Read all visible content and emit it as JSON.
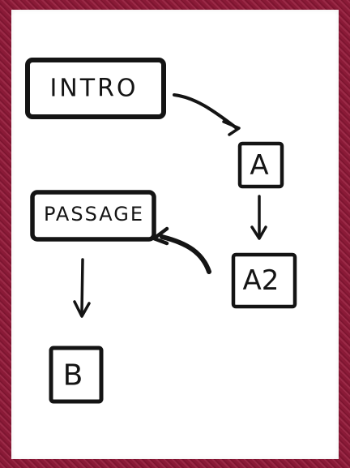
{
  "diagram": {
    "nodes": [
      {
        "id": "intro",
        "label": "INTRO"
      },
      {
        "id": "a",
        "label": "A"
      },
      {
        "id": "passage",
        "label": "PASSAGE"
      },
      {
        "id": "a2",
        "label": "A2"
      },
      {
        "id": "b",
        "label": "B"
      }
    ],
    "edges": [
      {
        "from": "INTRO",
        "to": "A"
      },
      {
        "from": "A",
        "to": "A2"
      },
      {
        "from": "A2",
        "to": "PASSAGE"
      },
      {
        "from": "PASSAGE",
        "to": "B"
      }
    ]
  },
  "colors": {
    "frame": "#8c1d3a",
    "paper": "#ffffff",
    "ink": "#141414"
  }
}
